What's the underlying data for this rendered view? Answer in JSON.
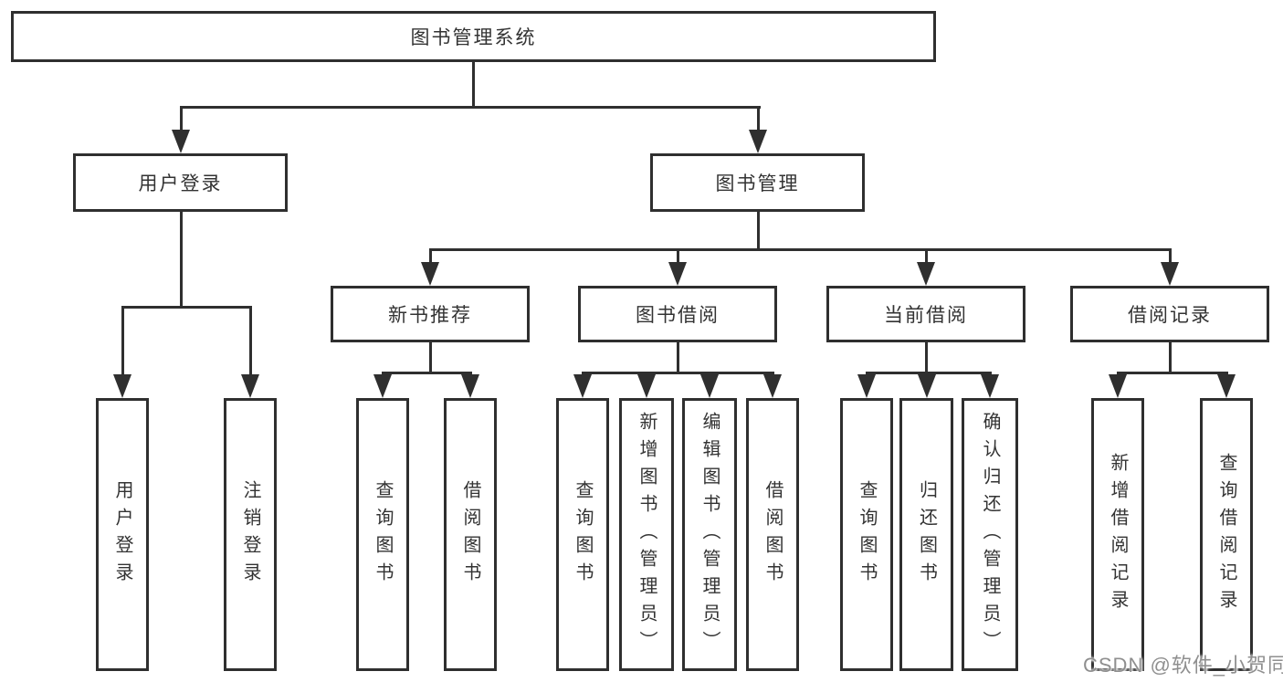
{
  "tree": {
    "label": "图书管理系统",
    "children": [
      {
        "label": "用户登录",
        "children": [
          {
            "label": "用户登录"
          },
          {
            "label": "注销登录"
          }
        ]
      },
      {
        "label": "图书管理",
        "children": [
          {
            "label": "新书推荐",
            "children": [
              {
                "label": "查询图书"
              },
              {
                "label": "借阅图书"
              }
            ]
          },
          {
            "label": "图书借阅",
            "children": [
              {
                "label": "查询图书"
              },
              {
                "label": "新增图书（管理员）"
              },
              {
                "label": "编辑图书（管理员）"
              },
              {
                "label": "借阅图书"
              }
            ]
          },
          {
            "label": "当前借阅",
            "children": [
              {
                "label": "查询图书"
              },
              {
                "label": "归还图书"
              },
              {
                "label": "确认归还（管理员）"
              }
            ]
          },
          {
            "label": "借阅记录",
            "children": [
              {
                "label": "新增借阅记录"
              },
              {
                "label": "查询借阅记录"
              }
            ]
          }
        ]
      }
    ]
  },
  "watermark": {
    "text": "CSDN @软件_小贺同学"
  },
  "colors": {
    "line": "#2f2f2f",
    "text": "#333333",
    "watermark": "#8f8f8f",
    "background": "#ffffff"
  }
}
